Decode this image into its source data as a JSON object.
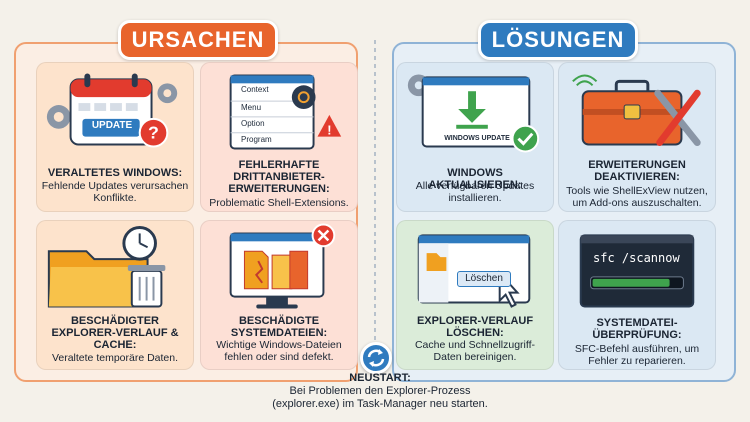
{
  "causes": {
    "title": "URSACHEN",
    "items": [
      {
        "head": "VERALTETES WINDOWS:",
        "desc": "Fehlende Updates verursachen Konflikte.",
        "icon": "calendar-update-icon",
        "badge": "UPDATE"
      },
      {
        "head": "FEHLERHAFTE DRITTANBIETER-ERWEITERUNGEN:",
        "desc": "Problematic Shell-Extensions.",
        "icon": "context-menu-icon",
        "menu": [
          "Context",
          "Menu",
          "Option",
          "Program"
        ]
      },
      {
        "head": "BESCHÄDIGTER EXPLORER-VERLAUF & CACHE:",
        "desc": "Veraltete temporäre Daten.",
        "icon": "folder-trash-icon"
      },
      {
        "head": "BESCHÄDIGTE SYSTEMDATEIEN:",
        "desc": "Wichtige Windows-Dateien fehlen oder sind defekt.",
        "icon": "broken-files-icon"
      }
    ]
  },
  "solutions": {
    "title": "LÖSUNGEN",
    "items": [
      {
        "head": "WINDOWS AKTUALISIEREN:",
        "desc": "Alle verfügbaren Updates installieren.",
        "icon": "windows-update-icon",
        "badge": "WINDOWS UPDATE"
      },
      {
        "head": "ERWEITERUNGEN DEAKTIVIEREN:",
        "desc": "Tools wie ShellExView nutzen, um Add-ons auszuschalten.",
        "icon": "toolbox-icon"
      },
      {
        "head": "EXPLORER-VERLAUF LÖSCHEN:",
        "desc": "Cache und Schnellzugriff-Daten bereinigen.",
        "icon": "clear-history-icon",
        "button": "Löschen"
      },
      {
        "head": "SYSTEMDATEI-ÜBERPRÜFUNG:",
        "desc": "SFC-Befehl ausführen, um Fehler zu reparieren.",
        "icon": "terminal-icon",
        "command": "sfc /scannow"
      }
    ]
  },
  "footer": {
    "title": "NEUSTART:",
    "line1": "Bei Problemen den Explorer-Prozess",
    "line2": "(explorer.exe) im Task-Manager neu starten."
  },
  "colors": {
    "orange": "#e8642c",
    "blue": "#2f7bbf",
    "green": "#3fa34d",
    "red": "#e23b2e"
  }
}
